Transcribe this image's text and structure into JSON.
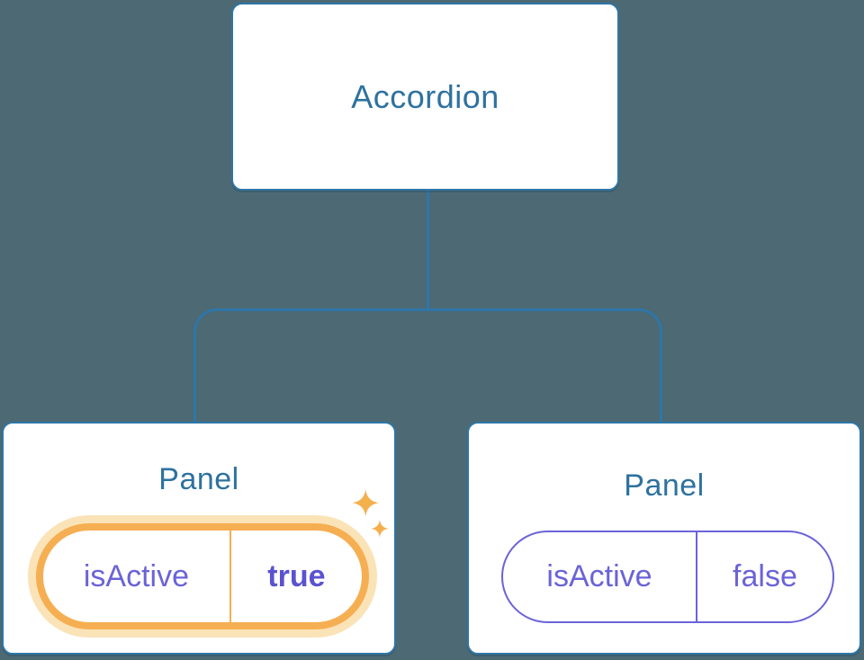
{
  "diagram": {
    "root": {
      "label": "Accordion"
    },
    "panels": [
      {
        "label": "Panel",
        "state_key": "isActive",
        "state_value": "true",
        "active": true
      },
      {
        "label": "Panel",
        "state_key": "isActive",
        "state_value": "false",
        "active": false
      }
    ]
  },
  "icons": {
    "sparkle": "sparkle-icon"
  },
  "colors": {
    "background": "#4D6973",
    "line_blue": "#2E76A8",
    "text_blue": "#2E729F",
    "state_purple": "#6B63D8",
    "state_value_active": "#5B52D0",
    "highlight_orange": "#F5AF52",
    "highlight_glow": "#FBE3B8",
    "sparkle_orange": "#F5B04E",
    "node_bg": "#FFFFFF"
  }
}
